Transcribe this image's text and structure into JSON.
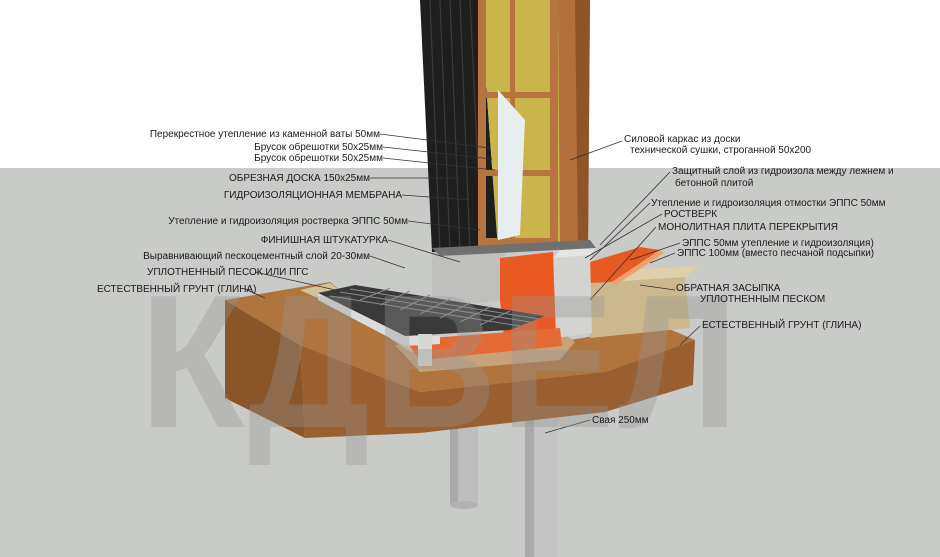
{
  "colors": {
    "sky": "#ffffff",
    "ground_horizon": "#c9cbc8",
    "soil": "#a86a3a",
    "soil_dark": "#7d4c26",
    "sand": "#c8b98e",
    "concrete": "#c6c6c4",
    "orange_membrane": "#e85a22",
    "black_cladding": "#1e1e1e",
    "wood_frame": "#b7743e",
    "mineral_wool": "#c9b54a",
    "pile": "#bdbdbd"
  },
  "watermark_text": "КДВЕЛ",
  "labels_left": {
    "cross_insulation": "Перекрестное утепление из каменной ваты 50мм",
    "batten_1": "Брусок обрешотки 50х25мм",
    "batten_2": "Брусок обрешотки 50х25мм",
    "edged_board": "ОБРЕЗНАЯ ДОСКА 150х25мм",
    "waterproof_membrane": "ГИДРОИЗОЛЯЦИОННАЯ МЕМБРАНА",
    "grillage_insulation": "Утепление и гидроизоляция ростверка ЭППС 50мм",
    "finish_plaster": "ФИНИШНАЯ ШТУКАТУРКА",
    "leveling_layer": "Выравнивающий пескоцементный слой 20-30мм",
    "compacted_sand": "УПЛОТНЕННЫЙ ПЕСОК ИЛИ ПГС",
    "natural_soil_left": "ЕСТЕСТВЕННЫЙ ГРУНТ (ГЛИНА)"
  },
  "labels_right": {
    "frame_line1": "Силовой каркас из доски",
    "frame_line2": "технической сушки, строганной 50х200",
    "protective_line1": "Защитный слой из гидроизола между лежнем и",
    "protective_line2": "бетонной плитой",
    "blind_area": "Утепление и гидроизоляция отмостки ЭППС 50мм",
    "grillage": "РОСТВЕРК",
    "slab": "МОНОЛИТНАЯ ПЛИТА ПЕРЕКРЫТИЯ",
    "epps_50": "ЭППС 50мм утепление и гидроизоляция)",
    "epps_100": "ЭППС 100мм (вместо песчаной подсыпки)",
    "backfill_line1": "ОБРАТНАЯ ЗАСЫПКА",
    "backfill_line2": "УПЛОТНЕННЫМ ПЕСКОМ",
    "natural_soil_right": "ЕСТЕСТВЕННЫЙ ГРУНТ (ГЛИНА)",
    "pile": "Свая 250мм"
  }
}
